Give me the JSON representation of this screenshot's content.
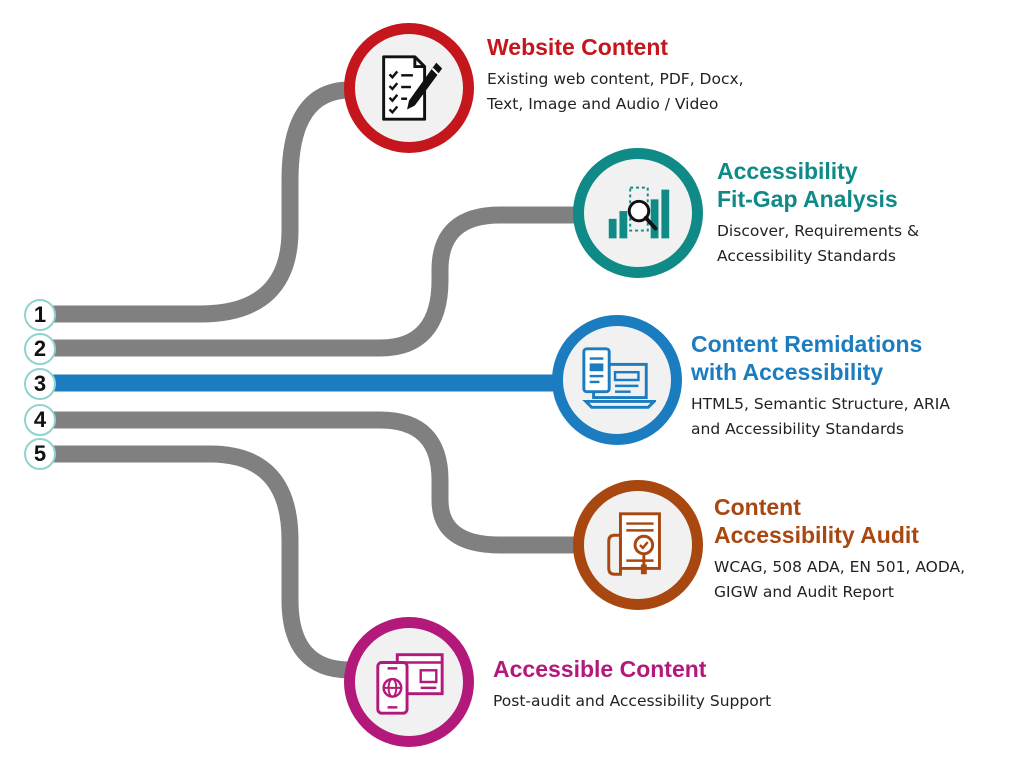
{
  "colors": {
    "line_gray": "#808080",
    "line_active": "#1b7cc0",
    "number_border": "#8fd3cf",
    "step1": "#c4161c",
    "step2": "#0f8a87",
    "step3": "#1b7cc0",
    "step4": "#a8470f",
    "step5": "#b3197a"
  },
  "numbers": [
    "1",
    "2",
    "3",
    "4",
    "5"
  ],
  "steps": [
    {
      "icon": "document-pen-icon",
      "title": "Website Content",
      "description": "Existing web content, PDF, Docx,\nText, Image and Audio / Video"
    },
    {
      "icon": "bar-chart-magnifier-icon",
      "title": "Accessibility\nFit-Gap Analysis",
      "description": "Discover, Requirements &\nAccessibility Standards"
    },
    {
      "icon": "laptop-layout-icon",
      "title": "Content Remidations\nwith Accessibility",
      "description": "HTML5, Semantic Structure, ARIA\nand Accessibility Standards"
    },
    {
      "icon": "audit-report-icon",
      "title": "Content\nAccessibility Audit",
      "description": "WCAG, 508 ADA, EN 501, AODA,\nGIGW and Audit Report"
    },
    {
      "icon": "mobile-web-globe-icon",
      "title": "Accessible Content",
      "description": "Post-audit and Accessibility Support"
    }
  ]
}
